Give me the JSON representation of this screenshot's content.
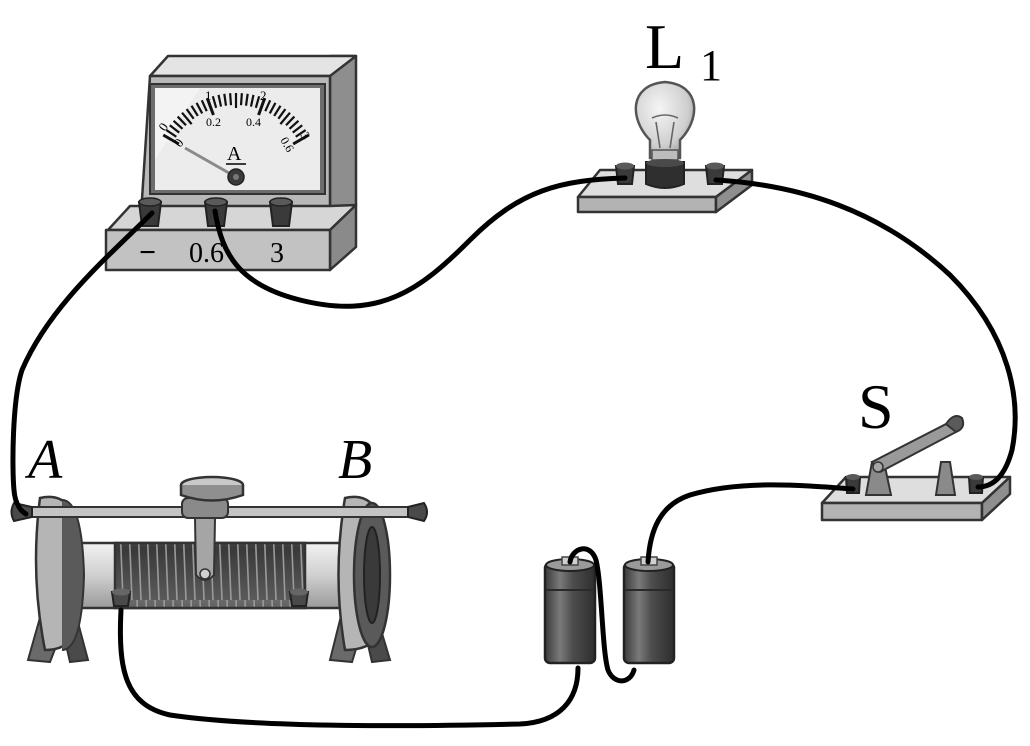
{
  "diagram": {
    "title": "Circuit: ammeter, lamp L1, switch S, two cells, sliding rheostat",
    "labels": {
      "lamp": {
        "main": "L",
        "sub": "1"
      },
      "switch": "S",
      "rheostat_left": "A",
      "rheostat_right": "B"
    },
    "ammeter": {
      "symbol": "A",
      "terminals": [
        "−",
        "0.6",
        "3"
      ],
      "scale_upper": [
        "0",
        "1",
        "2",
        "3"
      ],
      "scale_lower": [
        "0",
        "0.2",
        "0.4",
        "0.6"
      ],
      "needle_reading": "0"
    },
    "components": [
      {
        "id": "ammeter",
        "name": "Ammeter"
      },
      {
        "id": "lamp",
        "name": "Lamp L1"
      },
      {
        "id": "switch",
        "name": "Knife switch S (open)"
      },
      {
        "id": "battery",
        "name": "Two dry cells in series"
      },
      {
        "id": "rheostat",
        "name": "Sliding rheostat with terminals A, B"
      }
    ],
    "connections": [
      "Ammeter '−' terminal → rheostat terminal A",
      "Ammeter '0.6' terminal → lamp L1 left terminal",
      "Lamp L1 right terminal → switch S right terminal",
      "Switch S left terminal → right cell (+)",
      "Right cell (−) → left cell (+)",
      "Left cell (−) → rheostat lower-left terminal"
    ],
    "colors": {
      "wire": "#000000",
      "metal_light": "#d9d9d9",
      "metal_mid": "#9a9a9a",
      "metal_dark": "#4a4a4a",
      "outline": "#333333"
    }
  }
}
